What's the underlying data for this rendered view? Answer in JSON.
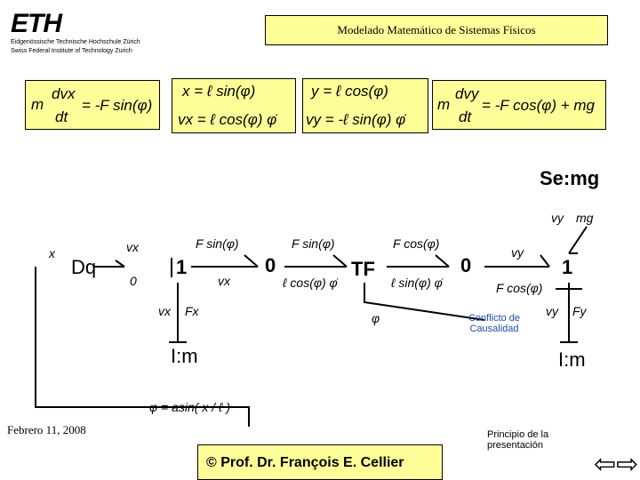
{
  "header": {
    "logo": "ETH",
    "institution_line1": "Eidgenössische Technische Hochschule Zürich",
    "institution_line2": "Swiss Federal Institute of Technology Zurich",
    "title": "Modelado Matemático de Sistemas Físicos"
  },
  "equations": {
    "eq1_left": "m",
    "eq1_num": "dvx",
    "eq1_den": "dt",
    "eq1_right": "= -F sin(φ)",
    "eq2": "x = ℓ sin(φ)",
    "eq3": "vx = ℓ cos(φ) φ̇",
    "eq4": "y = ℓ cos(φ)",
    "eq5": "vy = -ℓ sin(φ) φ̇",
    "eq6_left": "m",
    "eq6_num": "dvy",
    "eq6_den": "dt",
    "eq6_right": "= -F cos(φ) + mg"
  },
  "bond_graph": {
    "se_label": "Se:mg",
    "x_label": "x",
    "dq_label": "Dq",
    "vx_top": "vx",
    "zero_small": "0",
    "one_left": "1",
    "fsin_top": "F sin(φ)",
    "vx_right": "vx",
    "zero_left": "0",
    "fsin_top2": "F sin(φ)",
    "lcos_phidot": "ℓ cos(φ) φ̇",
    "tf_label": "TF",
    "fcos_top": "F cos(φ)",
    "lsin_phidot": "ℓ sin(φ) φ̇",
    "zero_right": "0",
    "vy_top_right": "vy",
    "mg_top_right": "mg",
    "vy_mid": "vy",
    "one_right": "1",
    "fcos_right": "F cos(φ)",
    "vx_down": "vx",
    "fx_down": "Fx",
    "phi_label": "φ",
    "conflict": "Conflicto de Causalidad",
    "vy_down": "vy",
    "fy_down": "Fy",
    "i_m_left": "I:m",
    "i_m_right": "I:m",
    "phi_eq": "φ = asin( x / ℓ )"
  },
  "footer": {
    "date": "Febrero 11, 2008",
    "copyright": "© Prof. Dr. François E. Cellier",
    "link": "Principio de la presentación"
  },
  "colors": {
    "yellow": "#ffff99",
    "blue_text": "#1c4aa5"
  }
}
